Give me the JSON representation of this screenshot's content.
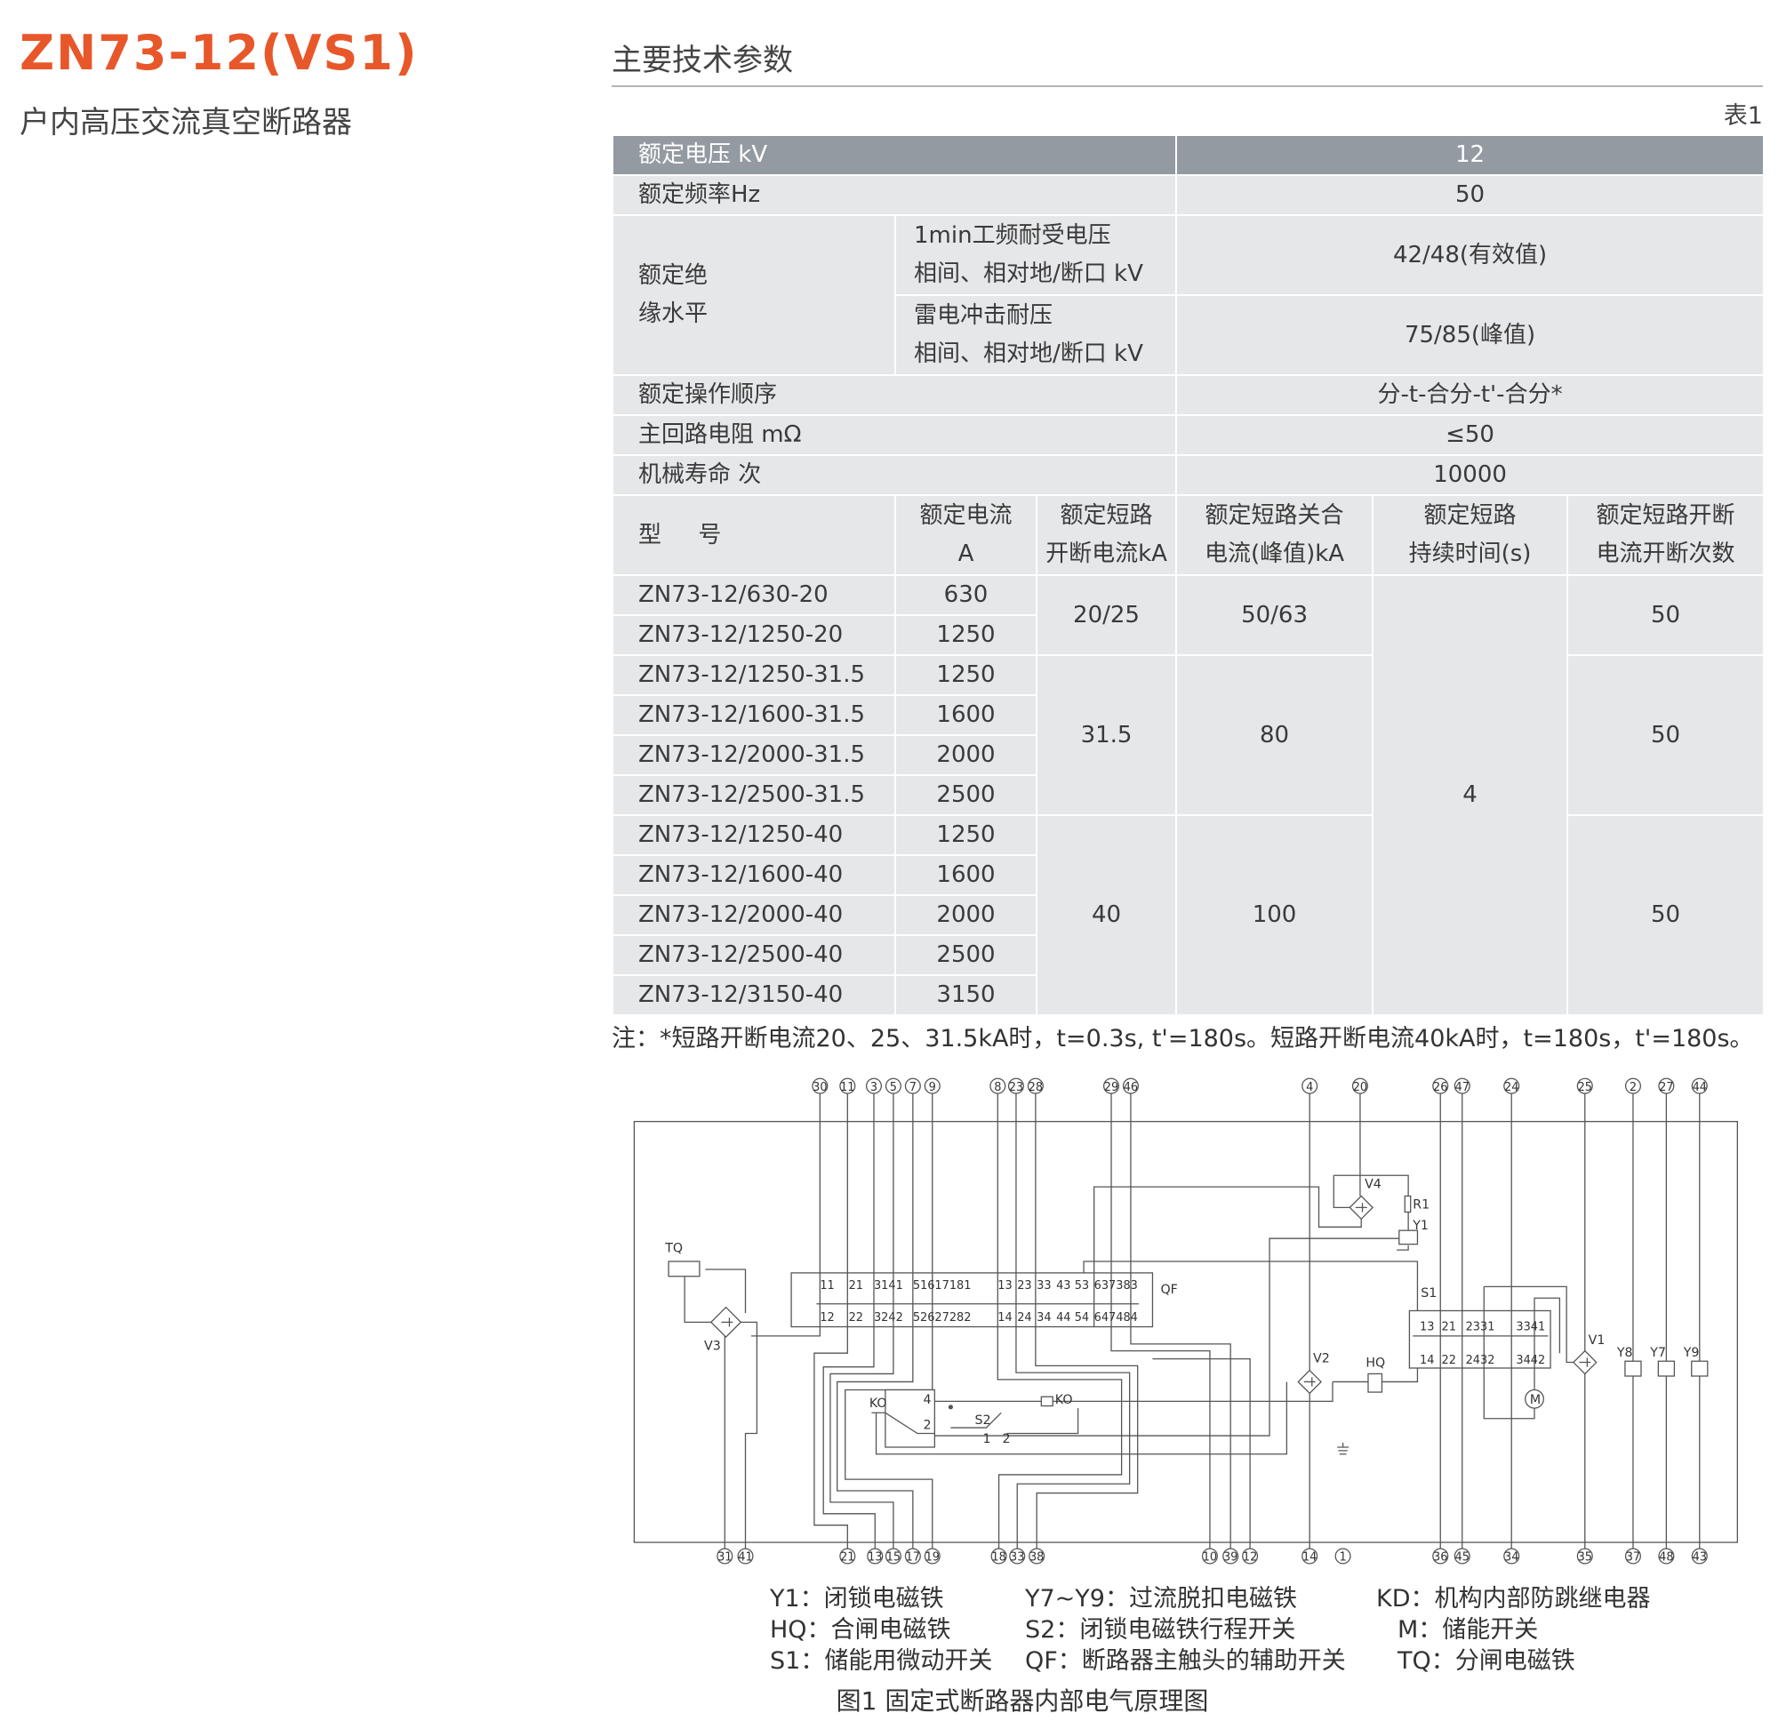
{
  "header": {
    "title": "ZN73-12(VS1)",
    "subtitle": "户内高压交流真空断路器"
  },
  "section": {
    "title": "主要技术参数",
    "table_no": "表1"
  },
  "specs": {
    "rated_voltage": {
      "label": "额定电压 kV",
      "value": "12"
    },
    "rated_frequency": {
      "label": "额定频率Hz",
      "value": "50"
    },
    "insulation": {
      "label_1": "额定绝",
      "label_2": "缘水平",
      "power_freq": {
        "line_1": "1min工频耐受电压",
        "line_2": "相间、相对地/断口 kV",
        "value": "42/48(有效值)"
      },
      "lightning": {
        "line_1": "雷电冲击耐压",
        "line_2": "相间、相对地/断口 kV",
        "value": "75/85(峰值)"
      }
    },
    "operating_sequence": {
      "label": "额定操作顺序",
      "value": "分-t-合分-t'-合分*"
    },
    "circuit_resistance": {
      "label": "主回路电阻 mΩ",
      "value": "≤50"
    },
    "mechanical_life": {
      "label": "机械寿命  次",
      "value": "10000"
    }
  },
  "models_table": {
    "headers": {
      "model": "型     号",
      "current_1": "额定电流",
      "current_2": "A",
      "breaking_1": "额定短路",
      "breaking_2": "开断电流kA",
      "making_1": "额定短路关合",
      "making_2": "电流(峰值)kA",
      "duration_1": "额定短路",
      "duration_2": "持续时间(s)",
      "count_1": "额定短路开断",
      "count_2": "电流开断次数"
    },
    "rows": [
      {
        "model": "ZN73-12/630-20",
        "current": "630"
      },
      {
        "model": "ZN73-12/1250-20",
        "current": "1250"
      },
      {
        "model": "ZN73-12/1250-31.5",
        "current": "1250"
      },
      {
        "model": "ZN73-12/1600-31.5",
        "current": "1600"
      },
      {
        "model": "ZN73-12/2000-31.5",
        "current": "2000"
      },
      {
        "model": "ZN73-12/2500-31.5",
        "current": "2500"
      },
      {
        "model": "ZN73-12/1250-40",
        "current": "1250"
      },
      {
        "model": "ZN73-12/1600-40",
        "current": "1600"
      },
      {
        "model": "ZN73-12/2000-40",
        "current": "2000"
      },
      {
        "model": "ZN73-12/2500-40",
        "current": "2500"
      },
      {
        "model": "ZN73-12/3150-40",
        "current": "3150"
      }
    ],
    "groups": [
      {
        "breaking": "20/25",
        "making": "50/63",
        "count": "50"
      },
      {
        "breaking": "31.5",
        "making": "80",
        "count": "50"
      },
      {
        "breaking": "40",
        "making": "100",
        "count": "50"
      }
    ],
    "duration": "4"
  },
  "note": "注：*短路开断电流20、25、31.5kA时，t=0.3s, t'=180s。短路开断电流40kA时，t=180s，t'=180s。",
  "diagram": {
    "top_terminals": [
      "30",
      "11",
      "3",
      "5",
      "7",
      "9",
      "8",
      "23",
      "28",
      "29",
      "46",
      "4",
      "20",
      "26",
      "47",
      "24",
      "25",
      "2",
      "27",
      "44"
    ],
    "bottom_terminals": [
      "31",
      "41",
      "21",
      "13",
      "15",
      "17",
      "19",
      "18",
      "33",
      "38",
      "10",
      "39",
      "12",
      "14",
      "1",
      "36",
      "45",
      "34",
      "35",
      "37",
      "48",
      "43"
    ],
    "labels": {
      "TQ": "TQ",
      "V3": "V3",
      "QF": "QF",
      "S1": "S1",
      "V4": "V4",
      "R1": "R1",
      "Y1": "Y1",
      "V2": "V2",
      "HQ": "HQ",
      "V1": "V1",
      "Y8": "Y8",
      "Y7": "Y7",
      "Y9": "Y9",
      "M": "M",
      "KO_a": "KO",
      "KO_b": "KO",
      "S2": "S2",
      "k4": "4",
      "k2": "2",
      "s1": "1",
      "s2": "2"
    },
    "qf_top": [
      "11",
      "21",
      "3141",
      "51617181",
      "13",
      "23",
      "33",
      "43",
      "53",
      "637383"
    ],
    "qf_bottom": [
      "12",
      "22",
      "3242",
      "52627282",
      "14",
      "24",
      "34",
      "44",
      "54",
      "647484"
    ],
    "s1_top": [
      "13",
      "21",
      "2331",
      "3341"
    ],
    "s1_bottom": [
      "14",
      "22",
      "2432",
      "3442"
    ]
  },
  "legend": [
    [
      "Y1：闭锁电磁铁",
      "Y7~Y9：过流脱扣电磁铁",
      "KD：机构内部防跳继电器"
    ],
    [
      "HQ：合闸电磁铁",
      "S2：闭锁电磁铁行程开关",
      "M：储能开关"
    ],
    [
      "S1：储能用微动开关",
      "QF：断路器主触头的辅助开关",
      "TQ：分闸电磁铁"
    ]
  ],
  "caption": "图1 固定式断路器内部电气原理图"
}
